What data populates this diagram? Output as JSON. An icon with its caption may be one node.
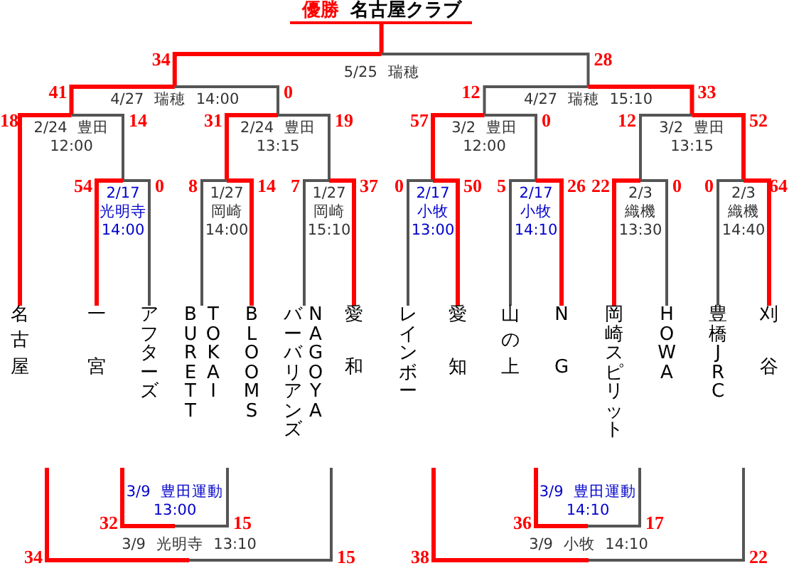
{
  "diagram": {
    "nodes": [
      {
        "text": [
          "優勝",
          "名古屋クラブ"
        ]
      },
      {
        "text": [
          "5/25 瑞穂"
        ]
      },
      {
        "text": [
          "4/27 瑞穂 14:00"
        ]
      },
      {
        "text": [
          "4/27 瑞穂 15:10"
        ]
      },
      {
        "text": [
          "2/24 豊田 12:00"
        ]
      },
      {
        "text": [
          "2/24 豊田 13:15"
        ]
      },
      {
        "text": [
          "3/2 豊田 12:00"
        ]
      },
      {
        "text": [
          "3/2 豊田 13:15"
        ]
      },
      {
        "text": [
          "2/17 光明寺 14:00"
        ]
      },
      {
        "text": [
          "1/27 岡崎 14:00"
        ]
      },
      {
        "text": [
          "1/27 岡崎 15:10"
        ]
      },
      {
        "text": [
          "2/17 小牧 13:00"
        ]
      },
      {
        "text": [
          "2/17 小牧 14:10"
        ]
      },
      {
        "text": [
          "2/3 織機 13:30"
        ]
      },
      {
        "text": [
          "2/3 織機 14:40"
        ]
      },
      {
        "text": [
          "名古屋"
        ]
      },
      {
        "text": [
          "一宮"
        ]
      },
      {
        "text": [
          "アフターズ"
        ]
      },
      {
        "text": [
          "BURETT",
          "TOKAI"
        ]
      },
      {
        "text": [
          "BLOOMS"
        ]
      },
      {
        "text": [
          "バーバリアンズ",
          "NAGOYA"
        ]
      },
      {
        "text": [
          "愛和"
        ]
      },
      {
        "text": [
          "レインボー"
        ]
      },
      {
        "text": [
          "愛知"
        ]
      },
      {
        "text": [
          "山の上"
        ]
      },
      {
        "text": [
          "NG"
        ]
      },
      {
        "text": [
          "岡崎スピリット"
        ]
      },
      {
        "text": [
          "HOWA"
        ]
      },
      {
        "text": [
          "豊橋JRC"
        ]
      },
      {
        "text": [
          "刈谷"
        ]
      },
      {
        "text": [
          "3/9 豊田運動 13:00"
        ]
      },
      {
        "text": [
          "3/9 光明寺 13:10"
        ]
      },
      {
        "text": [
          "3/9 豊田運動 14:10"
        ]
      },
      {
        "text": [
          "3/9 小牧 14:10"
        ]
      }
    ],
    "edges": [
      {
        "from": 1,
        "to": 0,
        "arrow": "none",
        "color": "#ff0000"
      },
      {
        "from": 2,
        "to": 1,
        "arrow": "none",
        "label": "34",
        "color": "#ff0000"
      },
      {
        "from": 3,
        "to": 1,
        "arrow": "none",
        "label": "28",
        "color": "#555555"
      },
      {
        "from": 4,
        "to": 2,
        "arrow": "none",
        "label": "41",
        "color": "#ff0000"
      },
      {
        "from": 5,
        "to": 2,
        "arrow": "none",
        "label": "0",
        "color": "#555555"
      },
      {
        "from": 6,
        "to": 3,
        "arrow": "none",
        "label": "12",
        "color": "#555555"
      },
      {
        "from": 7,
        "to": 3,
        "arrow": "none",
        "label": "33",
        "color": "#ff0000"
      },
      {
        "from": 15,
        "to": 4,
        "arrow": "none",
        "label": "18",
        "color": "#ff0000"
      },
      {
        "from": 8,
        "to": 4,
        "arrow": "none",
        "label": "14",
        "color": "#555555"
      },
      {
        "from": 9,
        "to": 5,
        "arrow": "none",
        "label": "31",
        "color": "#ff0000"
      },
      {
        "from": 10,
        "to": 5,
        "arrow": "none",
        "label": "19",
        "color": "#555555"
      },
      {
        "from": 11,
        "to": 6,
        "arrow": "none",
        "label": "57",
        "color": "#ff0000"
      },
      {
        "from": 12,
        "to": 6,
        "arrow": "none",
        "label": "0",
        "color": "#555555"
      },
      {
        "from": 13,
        "to": 7,
        "arrow": "none",
        "label": "12",
        "color": "#555555"
      },
      {
        "from": 14,
        "to": 7,
        "arrow": "none",
        "label": "52",
        "color": "#ff0000"
      },
      {
        "from": 16,
        "to": 8,
        "arrow": "none",
        "label": "54",
        "color": "#ff0000"
      },
      {
        "from": 17,
        "to": 8,
        "arrow": "none",
        "label": "0",
        "color": "#555555"
      },
      {
        "from": 18,
        "to": 9,
        "arrow": "none",
        "label": "8",
        "color": "#555555"
      },
      {
        "from": 19,
        "to": 9,
        "arrow": "none",
        "label": "14",
        "color": "#ff0000"
      },
      {
        "from": 20,
        "to": 10,
        "arrow": "none",
        "label": "7",
        "color": "#555555"
      },
      {
        "from": 21,
        "to": 10,
        "arrow": "none",
        "label": "37",
        "color": "#ff0000"
      },
      {
        "from": 22,
        "to": 11,
        "arrow": "none",
        "label": "0",
        "color": "#555555"
      },
      {
        "from": 23,
        "to": 11,
        "arrow": "none",
        "label": "50",
        "color": "#ff0000"
      },
      {
        "from": 24,
        "to": 12,
        "arrow": "none",
        "label": "5",
        "color": "#555555"
      },
      {
        "from": 25,
        "to": 12,
        "arrow": "none",
        "label": "26",
        "color": "#ff0000"
      },
      {
        "from": 26,
        "to": 13,
        "arrow": "none",
        "label": "22",
        "color": "#ff0000"
      },
      {
        "from": 27,
        "to": 13,
        "arrow": "none",
        "label": "0",
        "color": "#555555"
      },
      {
        "from": 28,
        "to": 14,
        "arrow": "none",
        "label": "0",
        "color": "#555555"
      },
      {
        "from": 29,
        "to": 14,
        "arrow": "none",
        "label": "64",
        "color": "#ff0000"
      },
      {
        "from": null,
        "to": 30,
        "arrow": "none",
        "label": "32",
        "color": "#ff0000"
      },
      {
        "from": null,
        "to": 30,
        "arrow": "none",
        "label": "15",
        "color": "#555555"
      },
      {
        "from": null,
        "to": 31,
        "arrow": "none",
        "label": "34",
        "color": "#ff0000"
      },
      {
        "from": null,
        "to": 31,
        "arrow": "none",
        "label": "15",
        "color": "#555555"
      },
      {
        "from": null,
        "to": 32,
        "arrow": "none",
        "label": "36",
        "color": "#ff0000"
      },
      {
        "from": null,
        "to": 32,
        "arrow": "none",
        "label": "17",
        "color": "#555555"
      },
      {
        "from": null,
        "to": 33,
        "arrow": "none",
        "label": "38",
        "color": "#ff0000"
      },
      {
        "from": null,
        "to": 33,
        "arrow": "none",
        "label": "22",
        "color": "#555555"
      }
    ]
  }
}
